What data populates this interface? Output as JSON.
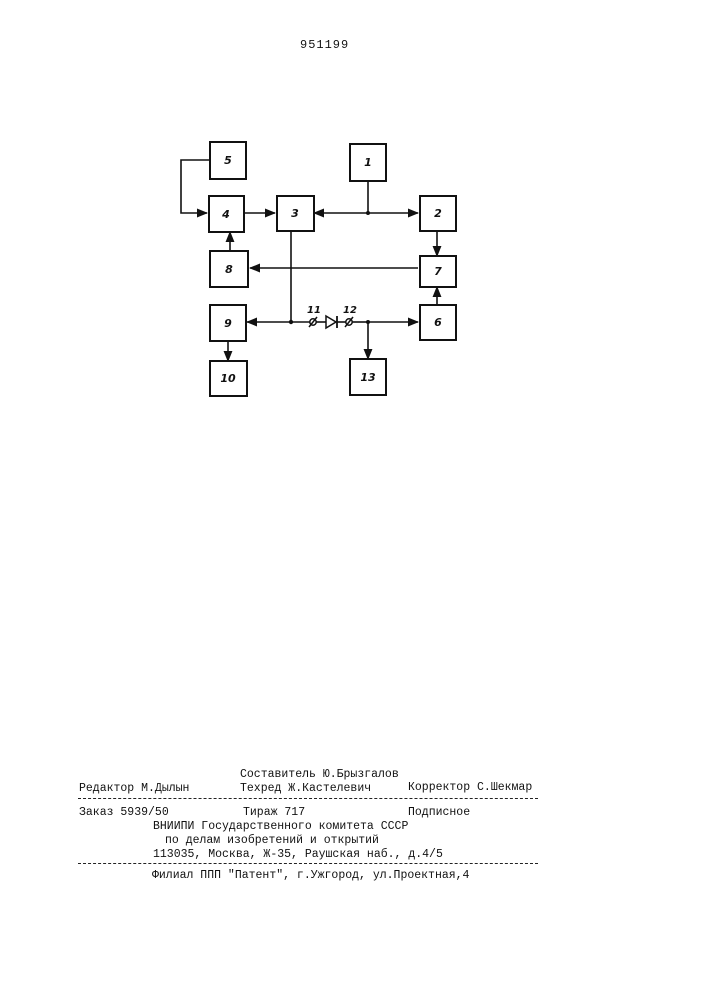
{
  "page_number": "951199",
  "diagram": {
    "blocks": [
      "1",
      "2",
      "3",
      "4",
      "5",
      "6",
      "7",
      "8",
      "9",
      "10",
      "11",
      "12",
      "13"
    ]
  },
  "colophon": {
    "compiler": "Составитель Ю.Брызгалов",
    "editor": "Редактор М.Дылын",
    "techred": "Техред Ж.Кастелевич",
    "corrector": "Корректор С.Шекмар",
    "order": "Заказ 5939/50",
    "circulation": "Тираж 717",
    "subscription": "Подписное",
    "org_line1": "ВНИИПИ Государственного комитета СССР",
    "org_line2": "по делам изобретений и открытий",
    "org_line3": "113035, Москва, Ж-35, Раушская наб., д.4/5",
    "branch": "Филиал ППП \"Патент\", г.Ужгород, ул.Проектная,4"
  }
}
